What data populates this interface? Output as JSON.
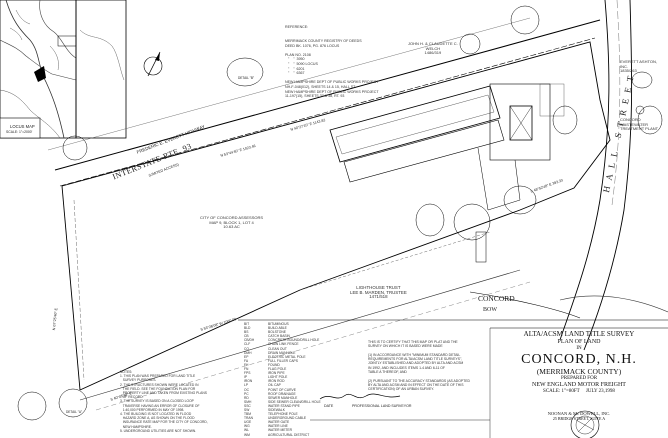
{
  "reference": {
    "heading": "REFERENCE:",
    "lines": [
      "MERRIMACK COUNTY REGISTRY OF DEEDS",
      "DEED BK. 1076, PG. 876 LOCUS",
      "",
      "PLAN NO. 2108",
      "   \"    \"  3950",
      "   \"    \"  5090 LOCUS",
      "   \"    \"  6201",
      "   \"    \"  6367",
      "",
      "NEW HAMPSHIRE DEPT OF PUBLIC WORKS PROJECT",
      "NH-F-048(012), SHEETS 14 & 15, HALL ST.",
      "NEW HAMPSHIRE DEPT OF PUBLIC WORKS PROJECT",
      "11-197(15), SHEETS 37 & 38, RT. 93"
    ]
  },
  "locus_map_label": "LOCUS MAP",
  "locus_scale": "SCALE: 1\"=2000'",
  "interstate_label_1": "FREDERIC E. EVERETT HIGHWAY",
  "interstate_label_2": "INTERSTATE RTE. 93",
  "interstate_label_3": "(LIMITED ACCESS)",
  "owner_north": [
    "JOHN H. & CLAUDETTE C.",
    "WELCH",
    "1486/319"
  ],
  "owner_east": [
    "EVERETT ASHTON,",
    "INC.",
    "1835/263"
  ],
  "treatment_plant": [
    "CONCORD",
    "WASTEWATER",
    "TREATMENT PLANT"
  ],
  "assessors": [
    "CITY OF CONCORD ASSESSORS",
    "MAP 9, BLOCK 1, LOT 4",
    "10.63 AC"
  ],
  "lighthouse": [
    "LIGHTHOUSE TRUST",
    "LEE B. MARDEN, TRUSTEE",
    "1471/518"
  ],
  "hall_street": "HALL STREET",
  "concord_label": "CONCORD",
  "bow_label": "BOW",
  "certification": [
    "THIS IS TO CERTIFY THAT THIS MAP OR PLAT AND THE",
    "SURVEY ON WHICH IT IS BASED WERE MADE",
    "",
    "(1) IN ACCORDANCE WITH \"MINIMUM STANDARD DETAIL",
    "REQUIREMENTS FOR ALTA/ACSM LAND TITLE SURVEYS\",",
    "JOINTLY ESTABLISHED AND ADOPTED BY ALTA AND ACSM",
    "IN 1992, AND INCLUDES ITEMS 1-4 AND 6-11 OF",
    "TABLE A THEREOF, AND",
    "",
    "(2) PURSUANT TO THE ACCURACY STANDARDS (AS ADOPTED",
    "BY ALTA AND ACSM AND IN EFFECT ON THE DATE OF THIS",
    "CERTIFICATION) OF AN URBAN SURVEY."
  ],
  "title": {
    "line1": "ALTA/ACSM LAND TITLE SURVEY",
    "line2": "PLAN OF LAND",
    "line3": "IN",
    "city": "CONCORD, N.H.",
    "county": "(MERRIMACK  COUNTY)",
    "prepared": "PREPARED FOR",
    "client": "NEW ENGLAND MOTOR FREIGHT",
    "scale": "SCALE: 1\"=80FT",
    "date": "JULY 23,1998",
    "firm": "NOONAN & Mc DOWELL, INC.",
    "address": "25 BRIDGE STREET, SUITE A"
  },
  "legend_codes": [
    "BIT",
    "BLD",
    "BS",
    "CB",
    "CB/DH",
    "CLF",
    "CO",
    "DMH",
    "EP",
    "FA",
    "FH",
    "FN",
    "FPS",
    "IP",
    "IRON",
    "LP",
    "OC",
    "PC",
    "RD",
    "SMH",
    "SSC",
    "SW",
    "TBM",
    "TRAN",
    "UGE",
    "WG",
    "WL",
    "WM"
  ],
  "legend_desc": [
    "BITUMINOUS",
    "BUILD ABLE",
    "BOLSTONE",
    "CATCH BASIN",
    "CONCRETE BOUND/DRILL HOLE",
    "CHAIN LINK FENCE",
    "CLEAN OUT",
    "DRAIN MANHOLE",
    "ELECTRIC METAL POLE",
    "FULL FILLER CAPS",
    "FOUND",
    "FLAG POLE",
    "IRON PIPE",
    "LIGHT POLE",
    "IRON ROD",
    "OIL CAP",
    "POINT OF CURVE",
    "ROOF DRAINAGE",
    "SEWER MANHOLE",
    "SIDE SEWER CLEAN/DRILL HOLE",
    "WATER STAND PIPE",
    "SIDEWALK",
    "TELEPHONE POLE",
    "UNDERGROUND CABLE",
    "WATER GATE",
    "WATER LINE",
    "WATER METER",
    "AGRICULTURAL DISTRICT"
  ],
  "notes": [
    "NOTES:",
    "1. THIS PLAN WAS PREPARED FOR LAND TITLE",
    "   SURVEY PURPOSES.",
    "2. THE STRUCTURES SHOWN WERE LOCATED IN",
    "   THE FIELD. SEE THE FOUNDATION PLAN FOR",
    "   PROPERTY LINE AND TAKEN FROM EXISTING PLANS",
    "   OF RECORD.",
    "3. THE SURVEY IS BASED ON A CLOSED LOOP",
    "   TRAVERSE HAVING AN ERROR OF CLOSURE OF",
    "   1:40,000 PERFORMED IN MAY OF 1998.",
    "4. THE BUILDING IS NOT LOCATED IN FLOOD",
    "   HAZARD ZONE A, AS SHOWN ON THE FLOOD",
    "   INSURANCE RATE MAP FOR THE CITY OF CONCORD,",
    "   NEW HAMPSHIRE.",
    "5. UNDERGROUND UTILITIES ARE NOT SHOWN."
  ],
  "surveyor_label": "PROFESSIONAL LAND SURVEYOR",
  "date_label": "DATE",
  "bearings": [
    "N 40°27'10\" E 1143.82",
    "S 48°52'48\" E 393.33",
    "N 53°44'40\" E 1023.46",
    "S 53°26'08\" W 1060.00",
    "N 07°25'40\" E",
    "S 40°05'38\" E"
  ],
  "detail_label": "DETAIL \"B\"",
  "detail_a": "DETAIL \"A\""
}
